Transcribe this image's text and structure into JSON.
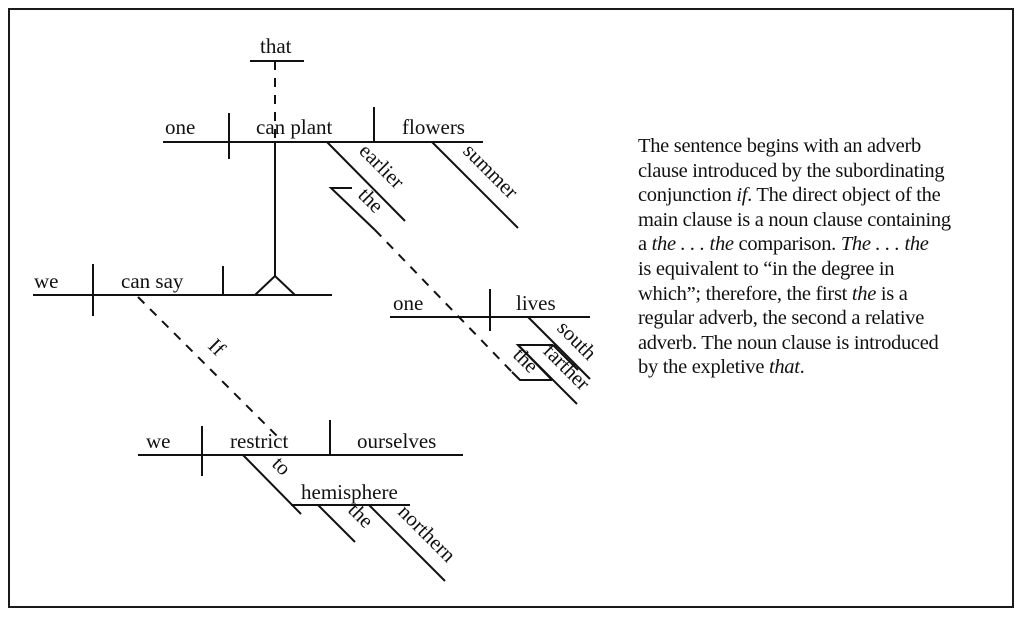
{
  "diagram": {
    "type": "sentence-diagram",
    "words": {
      "that": "that",
      "one_top": "one",
      "can_plant": "can plant",
      "flowers": "flowers",
      "earlier": "earlier",
      "the_first": "the",
      "summer": "summer",
      "we_main": "we",
      "can_say": "can say",
      "one_inner": "one",
      "lives": "lives",
      "south": "south",
      "farther": "farther",
      "the_second": "the",
      "if": "If",
      "we_sub": "we",
      "restrict": "restrict",
      "ourselves": "ourselves",
      "to": "to",
      "hemisphere": "hemisphere",
      "the_third": "the",
      "northern": "northern"
    }
  },
  "explanation": {
    "lines": [
      [
        {
          "t": "The sentence begins with an adverb"
        }
      ],
      [
        {
          "t": "clause introduced by the subordinating"
        }
      ],
      [
        {
          "t": "conjunction "
        },
        {
          "t": "if",
          "i": true
        },
        {
          "t": ". The direct object of the"
        }
      ],
      [
        {
          "t": "main clause is a noun clause containing"
        }
      ],
      [
        {
          "t": "a "
        },
        {
          "t": "the . . . the",
          "i": true
        },
        {
          "t": " comparison. "
        },
        {
          "t": "The . . . the",
          "i": true
        }
      ],
      [
        {
          "t": "is equivalent to “in the degree in"
        }
      ],
      [
        {
          "t": "which”; therefore, the first "
        },
        {
          "t": "the",
          "i": true
        },
        {
          "t": " is a"
        }
      ],
      [
        {
          "t": "regular adverb, the second a relative"
        }
      ],
      [
        {
          "t": "adverb. The noun clause is introduced"
        }
      ],
      [
        {
          "t": "by the expletive "
        },
        {
          "t": "that",
          "i": true
        },
        {
          "t": "."
        }
      ]
    ]
  }
}
